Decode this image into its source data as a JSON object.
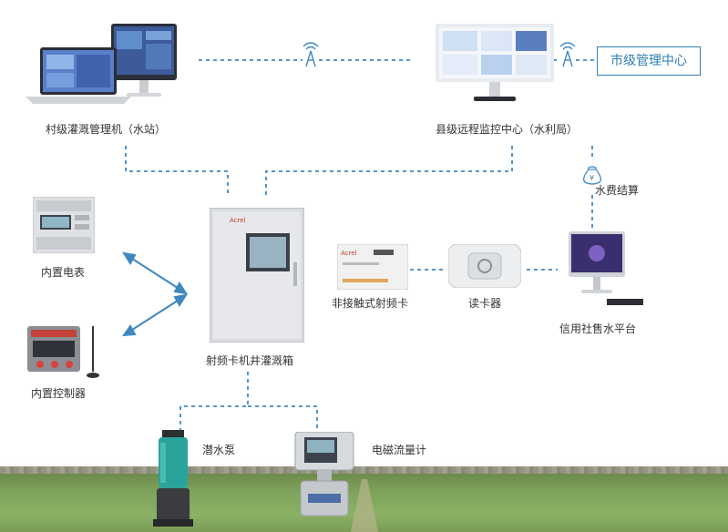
{
  "nodes": {
    "village_mgmt": "村级灌溉管理机（水站）",
    "county_center": "县级远程监控中心（水利局）",
    "city_center": "市级管理中心",
    "water_fee": "水费结算",
    "meter": "内置电表",
    "controller": "内置控制器",
    "cabinet": "射频卡机井灌溉箱",
    "rf_card": "非接触式射频卡",
    "card_reader": "读卡器",
    "platform": "信用社售水平台",
    "pump": "潜水泵",
    "flowmeter": "电磁流量计"
  },
  "colors": {
    "accent": "#2f7fb4",
    "dashed_link": "#3f88c0"
  }
}
